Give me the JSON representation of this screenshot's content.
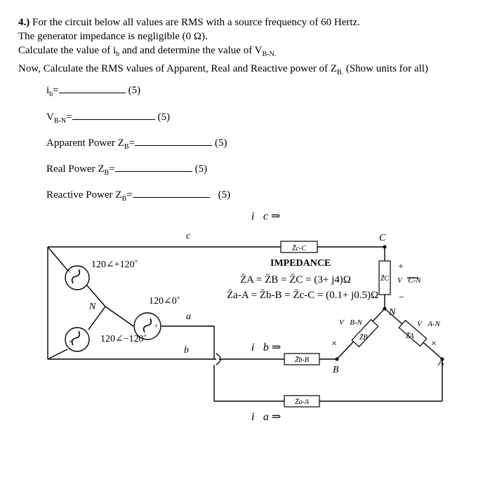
{
  "problem": {
    "number": "4.)",
    "line1": "For the circuit below all values are RMS with a source frequency of 60 Hertz.",
    "line2": "The generator impedance is negligible (0 Ω).",
    "line3": "Calculate the value of i",
    "line3_sub": "b",
    "line3_rest": " and and determine the value of V",
    "line3_sub2": "B-N.",
    "line4": "Now, Calculate the RMS values of Apparent, Real and Reactive power of Z",
    "line4_sub": "B.",
    "line4_rest": " (Show units for all)"
  },
  "answers": [
    {
      "label": "i",
      "sub": "b",
      "suffix": "=",
      "points": "(5)"
    },
    {
      "label": "V",
      "sub": "B-N",
      "suffix": "=",
      "points": "(5)"
    },
    {
      "label": "Apparent Power Z",
      "sub": "B",
      "suffix": "=",
      "points": "(5)"
    },
    {
      "label": "Real Power Z",
      "sub": "B",
      "suffix": "=",
      "points": "(5)"
    },
    {
      "label": "Reactive Power Z",
      "sub": "B",
      "suffix": "=",
      "points": "(5)"
    }
  ],
  "circuit": {
    "node_c": "c",
    "node_a": "a",
    "node_b": "b",
    "node_N": "N",
    "node_C": "C",
    "node_B": "B",
    "node_A": "A",
    "node_N2": "N",
    "source_c": "120∠+120˚",
    "source_a": "120∠0˚",
    "source_b": "120∠−120˚",
    "impedance_title": "IMPEDANCE",
    "impedance_eq1": "Z̄A = Z̄B = Z̄C = (3+ j4)Ω",
    "impedance_eq2": "Z̄a-A = Z̄b-B = Z̄c-C = (0.1+ j0.5)Ω",
    "z_cC": "Z̄c-C",
    "z_bB": "Z̄b-B",
    "z_aA": "Z̄a-A",
    "z_C": "Z̄C",
    "z_B": "Z̄B",
    "z_A": "Z̄A",
    "i_c": "i⃗c ⇒",
    "i_b": "i⃗b ⇒",
    "i_a": "i⃗a ⇒",
    "v_CN": "V⃗C-N",
    "v_BN": "V⃗B-N",
    "v_AN": "V⃗A-N",
    "plus": "+",
    "minus": "−",
    "cross": "×"
  }
}
